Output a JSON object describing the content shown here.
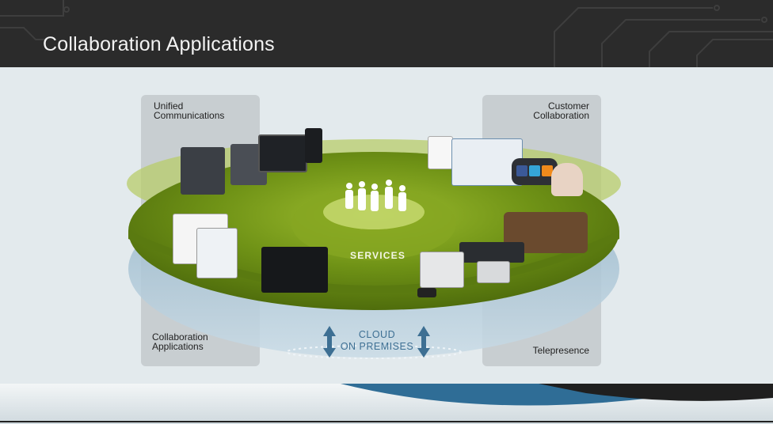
{
  "header": {
    "title": "Collaboration Applications"
  },
  "diagram": {
    "center_label": "SERVICES",
    "deployment_line1": "CLOUD",
    "deployment_line2": "ON PREMISES",
    "quadrants": {
      "top_left": {
        "line1": "Unified",
        "line2": "Communications"
      },
      "top_right": {
        "line1": "Customer",
        "line2": "Collaboration"
      },
      "bottom_left": {
        "line1": "Collaboration",
        "line2": "Applications"
      },
      "bottom_right": {
        "line1": "Telepresence"
      }
    }
  },
  "colors": {
    "header_bg": "#2b2b2b",
    "disc_green": "#6f9216",
    "disc_light": "#b8cc6a",
    "cloud_blue": "#3d6f93",
    "panel_gray": "#c8ced1"
  },
  "icons": [
    "facebook-icon",
    "twitter-icon",
    "rss-icon",
    "people-icon",
    "double-arrow-icon"
  ]
}
